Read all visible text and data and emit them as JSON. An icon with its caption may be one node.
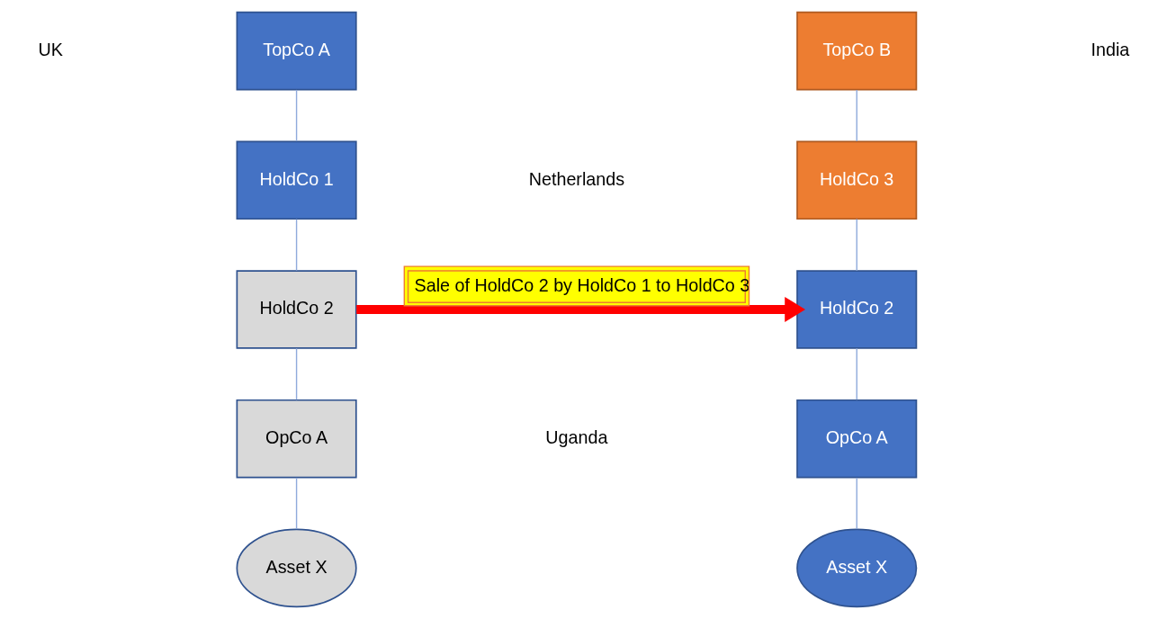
{
  "diagram": {
    "nodes": [
      {
        "text": [
          "TopCo A"
        ]
      },
      {
        "text": [
          "HoldCo 1"
        ]
      },
      {
        "text": [
          "HoldCo 2"
        ]
      },
      {
        "text": [
          "OpCo A"
        ]
      },
      {
        "text": [
          "Asset X"
        ]
      },
      {
        "text": [
          "TopCo B"
        ]
      },
      {
        "text": [
          "HoldCo 3"
        ]
      },
      {
        "text": [
          "HoldCo 2"
        ]
      },
      {
        "text": [
          "OpCo A"
        ]
      },
      {
        "text": [
          "Asset X"
        ]
      }
    ],
    "edges": [
      {
        "from": 0,
        "to": 1,
        "arrow": "none"
      },
      {
        "from": 1,
        "to": 2,
        "arrow": "none"
      },
      {
        "from": 2,
        "to": 3,
        "arrow": "none"
      },
      {
        "from": 3,
        "to": 4,
        "arrow": "none"
      },
      {
        "from": 5,
        "to": 6,
        "arrow": "none"
      },
      {
        "from": 6,
        "to": 7,
        "arrow": "none"
      },
      {
        "from": 7,
        "to": 8,
        "arrow": "none"
      },
      {
        "from": 8,
        "to": 9,
        "arrow": "none"
      },
      {
        "from": 2,
        "to": 7,
        "arrow": "to",
        "label": "Sale of HoldCo 2 by HoldCo 1 to HoldCo 3",
        "style": "thick",
        "color": "#ff0000"
      }
    ],
    "labels": [
      "UK",
      "India",
      "Netherlands",
      "Uganda"
    ]
  }
}
